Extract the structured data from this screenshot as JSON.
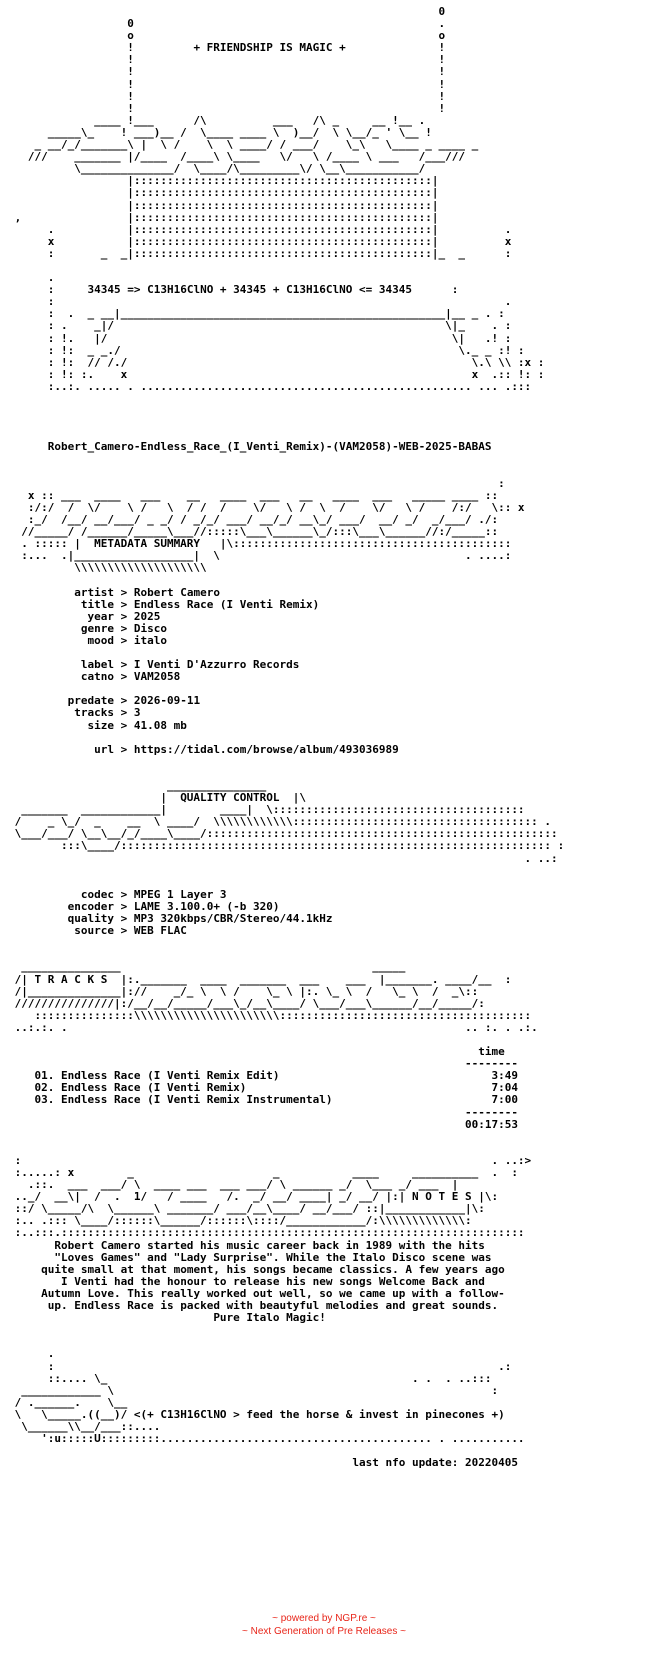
{
  "nfo": {
    "release_name": "Robert_Camero-Endless_Race_(I_Venti_Remix)-(VAM2058)-WEB-2025-BABAS",
    "banner_motto": "+ FRIENDSHIP IS MAGIC +",
    "banner_formula": "34345 => C13H16ClNO + 34345 + C13H16ClNO <= 34345",
    "metadata_heading": "METADATA SUMMARY",
    "metadata": {
      "artist": "Robert Camero",
      "title": "Endless Race (I Venti Remix)",
      "year": "2025",
      "genre": "Disco",
      "mood": "italo",
      "label": "I Venti D'Azzurro Records",
      "catno": "VAM2058",
      "predate": "2026-09-11",
      "tracks": "3",
      "size": "41.08 mb",
      "url": "https://tidal.com/browse/album/493036989"
    },
    "quality_heading": "QUALITY CONTROL",
    "quality": {
      "codec": "MPEG 1 Layer 3",
      "encoder": "LAME 3.100.0+ (-b 320)",
      "quality": "MP3 320kbps/CBR/Stereo/44.1kHz",
      "source": "WEB FLAC"
    },
    "tracks_heading": "T R A C K S",
    "time_header": "time",
    "track_list": [
      {
        "num": "01.",
        "title": "Endless Race (I Venti Remix Edit)",
        "time": "3:49"
      },
      {
        "num": "02.",
        "title": "Endless Race (I Venti Remix)",
        "time": "7:04"
      },
      {
        "num": "03.",
        "title": "Endless Race (I Venti Remix Instrumental)",
        "time": "7:00"
      }
    ],
    "total_time": "00:17:53",
    "notes_heading": "N O T E S",
    "notes": [
      "Robert Camero started his music career back in 1989 with the hits",
      "\"Loves Games\" and \"Lady Surprise\". While the Italo Disco scene was",
      "quite small at that moment, his songs became classics. A few years ago",
      "I Venti had the honour to release his new songs Welcome Back and",
      "Autumn Love. This really worked out well, so we came up with a follow-",
      "up. Endless Race is packed with beautyful melodies and great sounds.",
      "Pure Italo Magic!"
    ],
    "sign_off": "<(+ C13H16ClNO > feed the horse & invest in pinecones +)",
    "last_update": "last nfo update: 20220405"
  },
  "footer": {
    "line1": "~ powered by NGP.re ~",
    "line2": "~ Next Generation of Pre Releases ~"
  }
}
